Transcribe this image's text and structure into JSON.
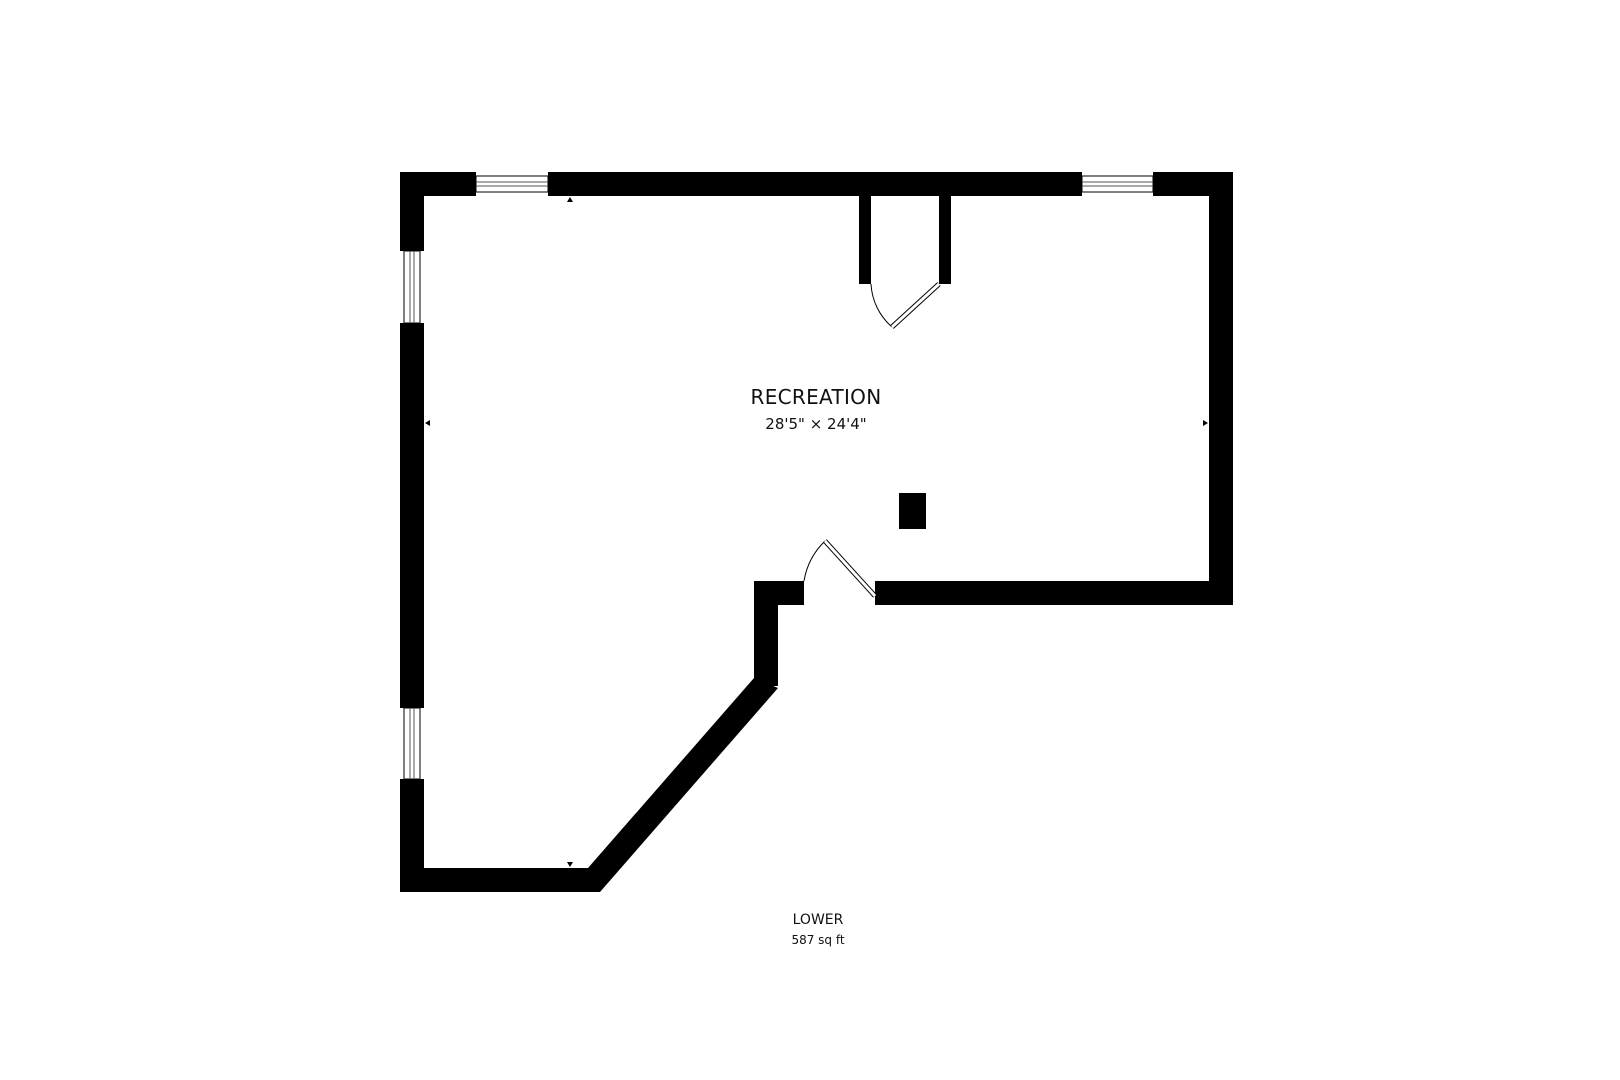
{
  "room": {
    "name": "RECREATION",
    "dimensions": "28'5\" × 24'4\""
  },
  "floor": {
    "name": "LOWER",
    "area": "587 sq ft"
  },
  "colors": {
    "wall": "#000000",
    "background": "#ffffff",
    "window_line": "#555555"
  }
}
